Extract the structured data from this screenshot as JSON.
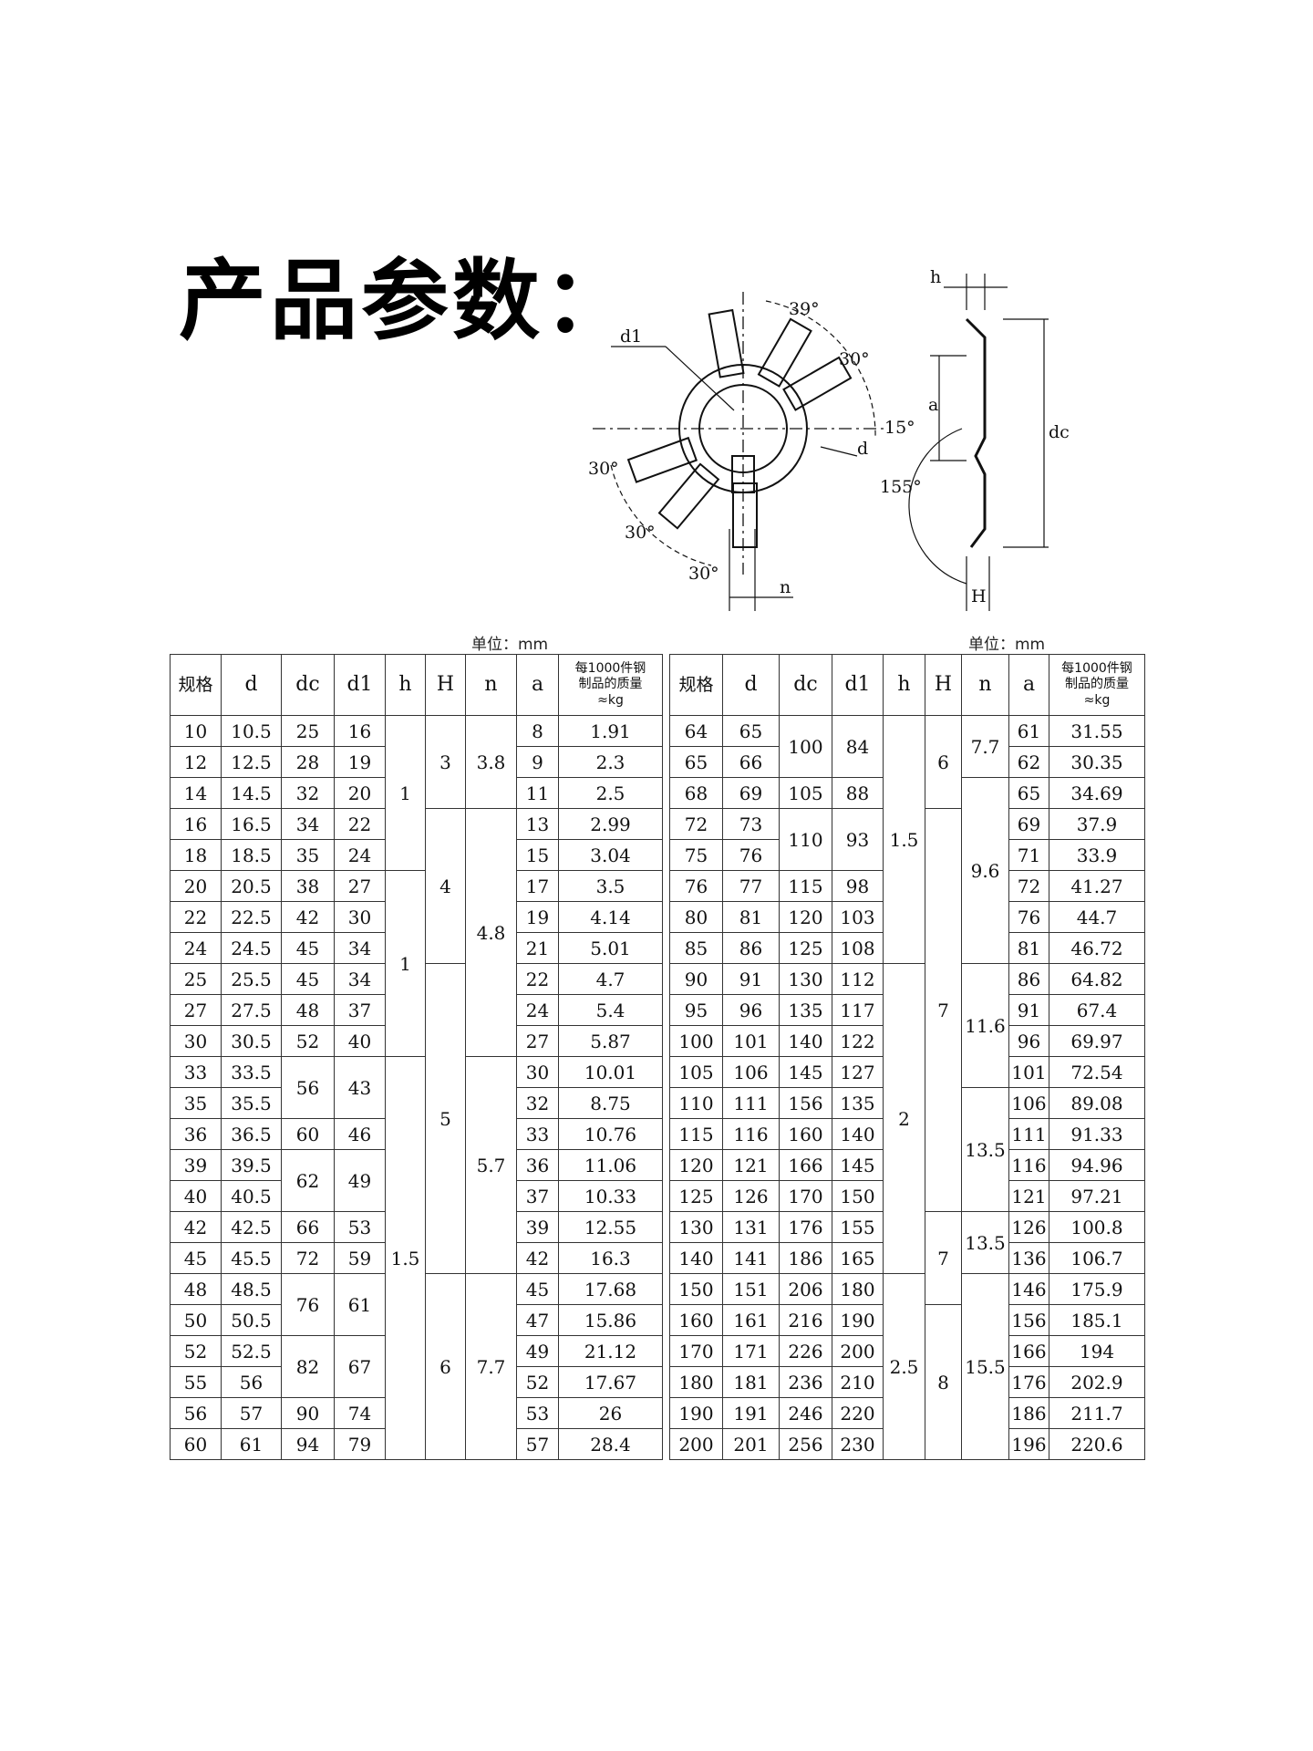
{
  "title": "产品参数：",
  "unit_label": "单位：mm",
  "drawing": {
    "labels": {
      "d1": "d1",
      "d": "d",
      "n": "n",
      "a": "a",
      "dc": "dc",
      "h": "h",
      "H": "H",
      "angle_39": "39°",
      "angle_30a": "30°",
      "angle_15": "15°",
      "angle_30b": "30°",
      "angle_30c": "30°",
      "angle_30d": "30°",
      "angle_155": "155°"
    }
  },
  "columns": [
    "规格",
    "d",
    "dc",
    "d1",
    "h",
    "H",
    "n",
    "a",
    "每1000件钢制品的质量≈kg"
  ],
  "mass_header_lines": [
    "每1000件钢",
    "制品的质量",
    "≈kg"
  ],
  "left_rows": [
    [
      "10",
      "10.5",
      "25",
      "16",
      "8",
      "1.91"
    ],
    [
      "12",
      "12.5",
      "28",
      "19",
      "9",
      "2.3"
    ],
    [
      "14",
      "14.5",
      "32",
      "20",
      "11",
      "2.5"
    ],
    [
      "16",
      "16.5",
      "34",
      "22",
      "13",
      "2.99"
    ],
    [
      "18",
      "18.5",
      "35",
      "24",
      "15",
      "3.04"
    ],
    [
      "20",
      "20.5",
      "38",
      "27",
      "17",
      "3.5"
    ],
    [
      "22",
      "22.5",
      "42",
      "30",
      "19",
      "4.14"
    ],
    [
      "24",
      "24.5",
      "45",
      "34",
      "21",
      "5.01"
    ],
    [
      "25",
      "25.5",
      "45",
      "34",
      "22",
      "4.7"
    ],
    [
      "27",
      "27.5",
      "48",
      "37",
      "24",
      "5.4"
    ],
    [
      "30",
      "30.5",
      "52",
      "40",
      "27",
      "5.87"
    ],
    [
      "33",
      "33.5",
      "",
      "",
      "30",
      "10.01"
    ],
    [
      "35",
      "35.5",
      "",
      "",
      "32",
      "8.75"
    ],
    [
      "36",
      "36.5",
      "60",
      "46",
      "33",
      "10.76"
    ],
    [
      "39",
      "39.5",
      "",
      "",
      "36",
      "11.06"
    ],
    [
      "40",
      "40.5",
      "",
      "",
      "37",
      "10.33"
    ],
    [
      "42",
      "42.5",
      "66",
      "53",
      "39",
      "12.55"
    ],
    [
      "45",
      "45.5",
      "72",
      "59",
      "42",
      "16.3"
    ],
    [
      "48",
      "48.5",
      "",
      "",
      "45",
      "17.68"
    ],
    [
      "50",
      "50.5",
      "",
      "",
      "47",
      "15.86"
    ],
    [
      "52",
      "52.5",
      "",
      "",
      "49",
      "21.12"
    ],
    [
      "55",
      "56",
      "",
      "",
      "52",
      "17.67"
    ],
    [
      "56",
      "57",
      "90",
      "74",
      "53",
      "26"
    ],
    [
      "60",
      "61",
      "94",
      "79",
      "57",
      "28.4"
    ]
  ],
  "left_merged": {
    "dc_d1_33_35": [
      "56",
      "43"
    ],
    "dc_d1_39_40": [
      "62",
      "49"
    ],
    "dc_d1_48_50": [
      "76",
      "61"
    ],
    "dc_d1_52_55": [
      "82",
      "67"
    ],
    "h": [
      "1",
      "1",
      "1.5"
    ],
    "H": [
      "3",
      "4",
      "5",
      "6"
    ],
    "n": [
      "3.8",
      "4.8",
      "5.7",
      "7.7"
    ]
  },
  "right_rows": [
    [
      "64",
      "65",
      "61",
      "31.55"
    ],
    [
      "65",
      "66",
      "62",
      "30.35"
    ],
    [
      "68",
      "69",
      "65",
      "34.69"
    ],
    [
      "72",
      "73",
      "69",
      "37.9"
    ],
    [
      "75",
      "76",
      "71",
      "33.9"
    ],
    [
      "76",
      "77",
      "72",
      "41.27"
    ],
    [
      "80",
      "81",
      "76",
      "44.7"
    ],
    [
      "85",
      "86",
      "81",
      "46.72"
    ],
    [
      "90",
      "91",
      "86",
      "64.82"
    ],
    [
      "95",
      "96",
      "91",
      "67.4"
    ],
    [
      "100",
      "101",
      "96",
      "69.97"
    ],
    [
      "105",
      "106",
      "101",
      "72.54"
    ],
    [
      "110",
      "111",
      "106",
      "89.08"
    ],
    [
      "115",
      "116",
      "111",
      "91.33"
    ],
    [
      "120",
      "121",
      "116",
      "94.96"
    ],
    [
      "125",
      "126",
      "121",
      "97.21"
    ],
    [
      "130",
      "131",
      "126",
      "100.8"
    ],
    [
      "140",
      "141",
      "136",
      "106.7"
    ],
    [
      "150",
      "151",
      "146",
      "175.9"
    ],
    [
      "160",
      "161",
      "156",
      "185.1"
    ],
    [
      "170",
      "171",
      "166",
      "194"
    ],
    [
      "180",
      "181",
      "176",
      "202.9"
    ],
    [
      "190",
      "191",
      "186",
      "211.7"
    ],
    [
      "200",
      "201",
      "196",
      "220.6"
    ]
  ],
  "right_dc_d1": [
    [
      "100",
      "84"
    ],
    null,
    [
      "105",
      "88"
    ],
    [
      "110",
      "93"
    ],
    null,
    [
      "115",
      "98"
    ],
    [
      "120",
      "103"
    ],
    [
      "125",
      "108"
    ],
    [
      "130",
      "112"
    ],
    [
      "135",
      "117"
    ],
    [
      "140",
      "122"
    ],
    [
      "145",
      "127"
    ],
    [
      "156",
      "135"
    ],
    [
      "160",
      "140"
    ],
    [
      "166",
      "145"
    ],
    [
      "170",
      "150"
    ],
    [
      "176",
      "155"
    ],
    [
      "186",
      "165"
    ],
    [
      "206",
      "180"
    ],
    [
      "216",
      "190"
    ],
    [
      "226",
      "200"
    ],
    [
      "236",
      "210"
    ],
    [
      "246",
      "220"
    ],
    [
      "256",
      "230"
    ]
  ],
  "right_merged": {
    "h": [
      "1.5",
      "2",
      "2.5"
    ],
    "H": [
      "6",
      "7",
      "7",
      "8"
    ],
    "n": [
      "7.7",
      "9.6",
      "11.6",
      "13.5",
      "13.5",
      "15.5"
    ]
  }
}
